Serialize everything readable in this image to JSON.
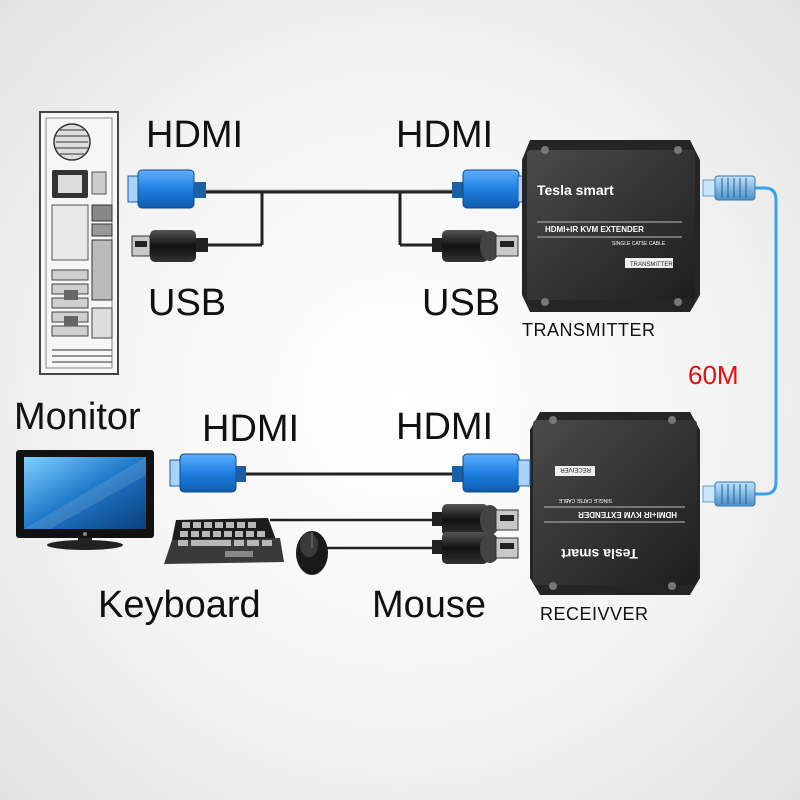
{
  "labels": {
    "hdmi_tx_src": "HDMI",
    "hdmi_tx_dst": "HDMI",
    "usb_src": "USB",
    "usb_dst": "USB",
    "transmitter": "TRANSMITTER",
    "distance": "60M",
    "monitor": "Monitor",
    "hdmi_rx_src": "HDMI",
    "hdmi_rx_dst": "HDMI",
    "keyboard": "Keyboard",
    "mouse": "Mouse",
    "receiver": "RECEIVVER"
  },
  "device": {
    "brand": "Tesla smart",
    "model": "HDMI+IR KVM EXTENDER",
    "subtitle": "SINGLE CAT5E CABLE",
    "tx_sticker": "TRANSMITTER",
    "rx_sticker": "RECEIVER"
  },
  "colors": {
    "hdmi_connector": "#1f7fe0",
    "network_cable": "#3aa0e8",
    "distance_text": "#e01010",
    "device_body": "#2e2e2e"
  }
}
